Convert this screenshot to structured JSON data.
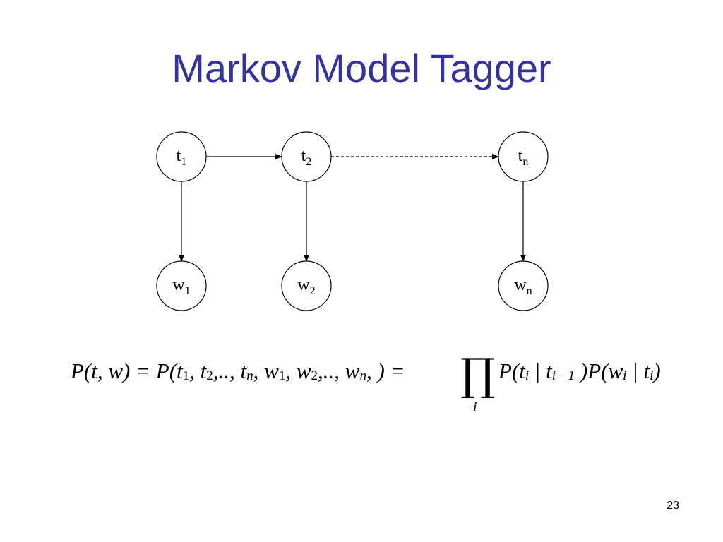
{
  "slide": {
    "title": "Markov Model Tagger",
    "title_color": "#333399",
    "page_number": "23"
  },
  "diagram": {
    "nodes": [
      {
        "id": "t1",
        "base": "t",
        "sub": "1"
      },
      {
        "id": "t2",
        "base": "t",
        "sub": "2"
      },
      {
        "id": "tn",
        "base": "t",
        "sub": "n"
      },
      {
        "id": "w1",
        "base": "w",
        "sub": "1"
      },
      {
        "id": "w2",
        "base": "w",
        "sub": "2"
      },
      {
        "id": "wn",
        "base": "w",
        "sub": "n"
      }
    ],
    "edges": [
      {
        "from": "t1",
        "to": "t2",
        "style": "solid"
      },
      {
        "from": "t2",
        "to": "tn",
        "style": "dashed"
      },
      {
        "from": "t1",
        "to": "w1",
        "style": "solid"
      },
      {
        "from": "t2",
        "to": "w2",
        "style": "solid"
      },
      {
        "from": "tn",
        "to": "wn",
        "style": "solid"
      }
    ]
  },
  "formula": {
    "lhs_a": "P(t, w) = P(t",
    "s1": "1",
    "p2": ", t",
    "s2": "2",
    "p3": ",.., t",
    "s3": "n",
    "p4": ", w",
    "s4": "1",
    "p5": ", w",
    "s5": "2",
    "p6": ",.., w",
    "s6": "n",
    "p7": ", ) =",
    "prod_symbol": "∏",
    "prod_index": "i",
    "r1": "P(t",
    "rs1": "i",
    "r2": " | t",
    "rs2": "i",
    "rs3": "− 1",
    "r3": " )P(w",
    "rs4": "i",
    "r4": " | t",
    "rs5": "i",
    "r5": ")"
  }
}
